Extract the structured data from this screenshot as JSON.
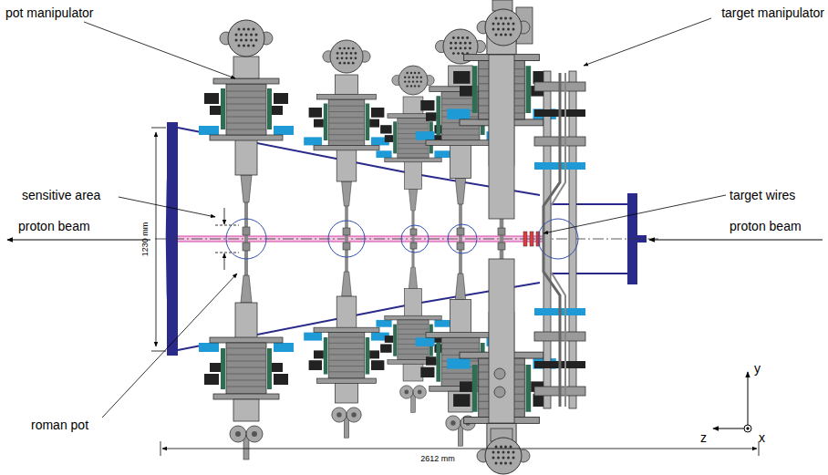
{
  "diagram": {
    "labels": [
      "pot manipulator",
      "target manipulator",
      "sensitive area",
      "target wires",
      "proton beam",
      "proton beam",
      "1230 mm",
      "roman pot",
      "2612 mm",
      "y",
      "z",
      "x"
    ]
  }
}
